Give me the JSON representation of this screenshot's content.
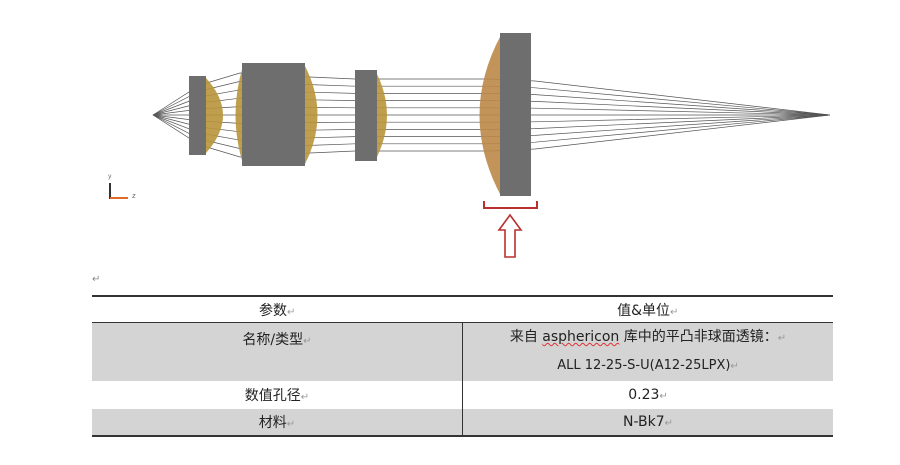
{
  "diagram": {
    "axis_labels": {
      "y": "y",
      "z": "z"
    },
    "colors": {
      "lens_body": "#6e6e6e",
      "lens_gold": "#b8953a",
      "lens_orange": "#bd8848",
      "highlight": "#b8312f",
      "ray": "#555555"
    }
  },
  "table": {
    "header": {
      "param": "参数",
      "value": "值&单位"
    },
    "rows": [
      {
        "param": "名称/类型",
        "value_line1_prefix": "来自 ",
        "value_line1_word": "asphericon",
        "value_line1_suffix": " 库中的平凸非球面透镜：",
        "value_line2": "ALL 12-25-S-U(A12-25LPX)"
      },
      {
        "param": "数值孔径",
        "value": "0.23"
      },
      {
        "param": "材料",
        "value": "N-Bk7"
      }
    ]
  }
}
